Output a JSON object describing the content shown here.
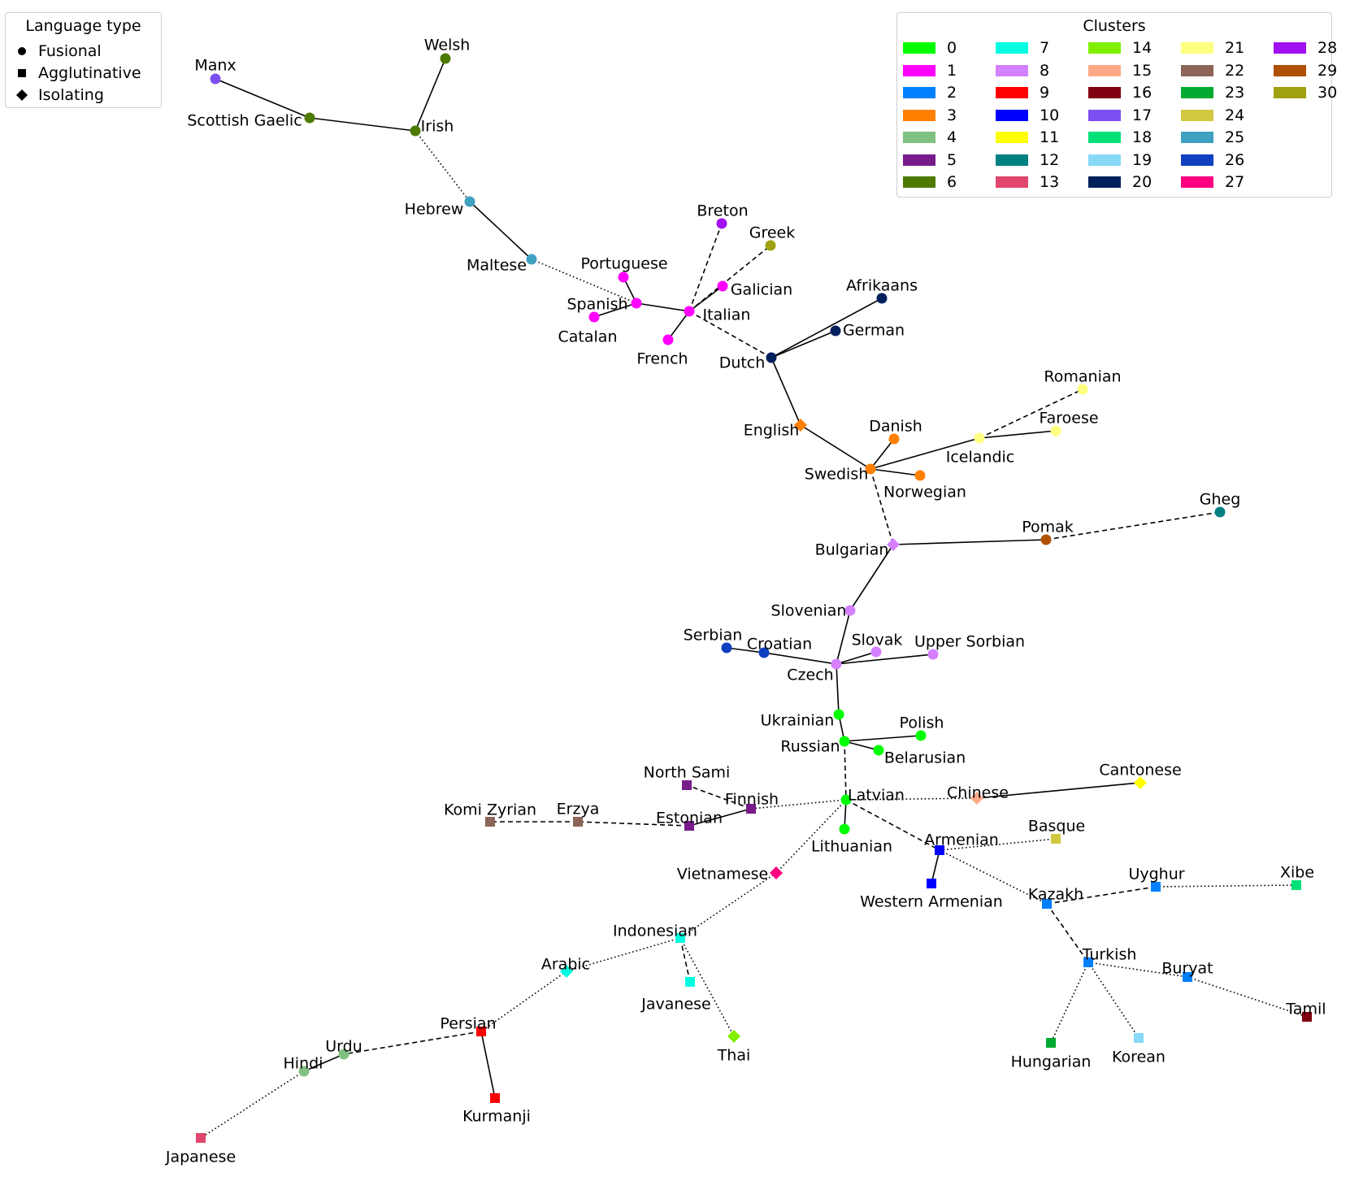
{
  "legend_language_type": {
    "title": "Language type",
    "items": [
      {
        "label": "Fusional",
        "shape": "circle"
      },
      {
        "label": "Agglutinative",
        "shape": "square"
      },
      {
        "label": "Isolating",
        "shape": "diamond"
      }
    ]
  },
  "legend_clusters": {
    "title": "Clusters",
    "items": [
      {
        "label": "0",
        "color": "#00ff00"
      },
      {
        "label": "1",
        "color": "#ff00ff"
      },
      {
        "label": "2",
        "color": "#0080ff"
      },
      {
        "label": "3",
        "color": "#ff8000"
      },
      {
        "label": "4",
        "color": "#80c080"
      },
      {
        "label": "5",
        "color": "#781c8c"
      },
      {
        "label": "6",
        "color": "#4d7a00"
      },
      {
        "label": "7",
        "color": "#00ffe0"
      },
      {
        "label": "8",
        "color": "#d580ff"
      },
      {
        "label": "9",
        "color": "#ff0000"
      },
      {
        "label": "10",
        "color": "#0000ff"
      },
      {
        "label": "11",
        "color": "#ffff00"
      },
      {
        "label": "12",
        "color": "#008080"
      },
      {
        "label": "13",
        "color": "#e0466e"
      },
      {
        "label": "14",
        "color": "#80f000"
      },
      {
        "label": "15",
        "color": "#ffa888"
      },
      {
        "label": "16",
        "color": "#800010"
      },
      {
        "label": "17",
        "color": "#7c4ff0"
      },
      {
        "label": "18",
        "color": "#00e078"
      },
      {
        "label": "19",
        "color": "#88d8f8"
      },
      {
        "label": "20",
        "color": "#00205c"
      },
      {
        "label": "21",
        "color": "#ffff80"
      },
      {
        "label": "22",
        "color": "#8c6458"
      },
      {
        "label": "23",
        "color": "#00aa30"
      },
      {
        "label": "24",
        "color": "#d0c840"
      },
      {
        "label": "25",
        "color": "#40a0c0"
      },
      {
        "label": "26",
        "color": "#1040c0"
      },
      {
        "label": "27",
        "color": "#ff0080"
      },
      {
        "label": "28",
        "color": "#a010f0"
      },
      {
        "label": "29",
        "color": "#b05000"
      },
      {
        "label": "30",
        "color": "#a0a010"
      }
    ]
  },
  "nodes": [
    {
      "id": "Manx",
      "label": "Manx",
      "cluster": 17,
      "shape": "circle"
    },
    {
      "id": "Welsh",
      "label": "Welsh",
      "cluster": 6,
      "shape": "circle"
    },
    {
      "id": "ScottishGaelic",
      "label": "Scottish Gaelic",
      "cluster": 6,
      "shape": "circle"
    },
    {
      "id": "Irish",
      "label": "Irish",
      "cluster": 6,
      "shape": "circle"
    },
    {
      "id": "Hebrew",
      "label": "Hebrew",
      "cluster": 25,
      "shape": "circle"
    },
    {
      "id": "Maltese",
      "label": "Maltese",
      "cluster": 25,
      "shape": "circle"
    },
    {
      "id": "Breton",
      "label": "Breton",
      "cluster": 28,
      "shape": "circle"
    },
    {
      "id": "Greek",
      "label": "Greek",
      "cluster": 30,
      "shape": "circle"
    },
    {
      "id": "Portuguese",
      "label": "Portuguese",
      "cluster": 1,
      "shape": "circle"
    },
    {
      "id": "Galician",
      "label": "Galician",
      "cluster": 1,
      "shape": "circle"
    },
    {
      "id": "Spanish",
      "label": "Spanish",
      "cluster": 1,
      "shape": "circle"
    },
    {
      "id": "Italian",
      "label": "Italian",
      "cluster": 1,
      "shape": "circle"
    },
    {
      "id": "Catalan",
      "label": "Catalan",
      "cluster": 1,
      "shape": "circle"
    },
    {
      "id": "French",
      "label": "French",
      "cluster": 1,
      "shape": "circle"
    },
    {
      "id": "Afrikaans",
      "label": "Afrikaans",
      "cluster": 20,
      "shape": "circle"
    },
    {
      "id": "German",
      "label": "German",
      "cluster": 20,
      "shape": "circle"
    },
    {
      "id": "Dutch",
      "label": "Dutch",
      "cluster": 20,
      "shape": "circle"
    },
    {
      "id": "Romanian",
      "label": "Romanian",
      "cluster": 21,
      "shape": "circle"
    },
    {
      "id": "English",
      "label": "English",
      "cluster": 3,
      "shape": "diamond"
    },
    {
      "id": "Danish",
      "label": "Danish",
      "cluster": 3,
      "shape": "circle"
    },
    {
      "id": "Faroese",
      "label": "Faroese",
      "cluster": 21,
      "shape": "circle"
    },
    {
      "id": "Icelandic",
      "label": "Icelandic",
      "cluster": 21,
      "shape": "circle"
    },
    {
      "id": "Swedish",
      "label": "Swedish",
      "cluster": 3,
      "shape": "circle"
    },
    {
      "id": "Norwegian",
      "label": "Norwegian",
      "cluster": 3,
      "shape": "circle"
    },
    {
      "id": "Gheg",
      "label": "Gheg",
      "cluster": 12,
      "shape": "circle"
    },
    {
      "id": "Pomak",
      "label": "Pomak",
      "cluster": 29,
      "shape": "circle"
    },
    {
      "id": "Bulgarian",
      "label": "Bulgarian",
      "cluster": 8,
      "shape": "diamond"
    },
    {
      "id": "Slovenian",
      "label": "Slovenian",
      "cluster": 8,
      "shape": "circle"
    },
    {
      "id": "Serbian",
      "label": "Serbian",
      "cluster": 26,
      "shape": "circle"
    },
    {
      "id": "Croatian",
      "label": "Croatian",
      "cluster": 26,
      "shape": "circle"
    },
    {
      "id": "Slovak",
      "label": "Slovak",
      "cluster": 8,
      "shape": "circle"
    },
    {
      "id": "UpperSorbian",
      "label": "Upper Sorbian",
      "cluster": 8,
      "shape": "circle"
    },
    {
      "id": "Czech",
      "label": "Czech",
      "cluster": 8,
      "shape": "circle"
    },
    {
      "id": "Ukrainian",
      "label": "Ukrainian",
      "cluster": 0,
      "shape": "circle"
    },
    {
      "id": "Polish",
      "label": "Polish",
      "cluster": 0,
      "shape": "circle"
    },
    {
      "id": "Russian",
      "label": "Russian",
      "cluster": 0,
      "shape": "circle"
    },
    {
      "id": "Belarusian",
      "label": "Belarusian",
      "cluster": 0,
      "shape": "circle"
    },
    {
      "id": "NorthSami",
      "label": "North Sami",
      "cluster": 5,
      "shape": "square"
    },
    {
      "id": "Cantonese",
      "label": "Cantonese",
      "cluster": 11,
      "shape": "diamond"
    },
    {
      "id": "Finnish",
      "label": "Finnish",
      "cluster": 5,
      "shape": "square"
    },
    {
      "id": "Latvian",
      "label": "Latvian",
      "cluster": 0,
      "shape": "circle"
    },
    {
      "id": "Chinese",
      "label": "Chinese",
      "cluster": 15,
      "shape": "diamond"
    },
    {
      "id": "KomiZyrian",
      "label": "Komi Zyrian",
      "cluster": 22,
      "shape": "square"
    },
    {
      "id": "Erzya",
      "label": "Erzya",
      "cluster": 22,
      "shape": "square"
    },
    {
      "id": "Estonian",
      "label": "Estonian",
      "cluster": 5,
      "shape": "square"
    },
    {
      "id": "Basque",
      "label": "Basque",
      "cluster": 24,
      "shape": "square"
    },
    {
      "id": "Lithuanian",
      "label": "Lithuanian",
      "cluster": 0,
      "shape": "circle"
    },
    {
      "id": "Armenian",
      "label": "Armenian",
      "cluster": 10,
      "shape": "square"
    },
    {
      "id": "Vietnamese",
      "label": "Vietnamese",
      "cluster": 27,
      "shape": "diamond"
    },
    {
      "id": "Uyghur",
      "label": "Uyghur",
      "cluster": 2,
      "shape": "square"
    },
    {
      "id": "Xibe",
      "label": "Xibe",
      "cluster": 18,
      "shape": "square"
    },
    {
      "id": "Kazakh",
      "label": "Kazakh",
      "cluster": 2,
      "shape": "square"
    },
    {
      "id": "WesternArmenian",
      "label": "Western Armenian",
      "cluster": 10,
      "shape": "square"
    },
    {
      "id": "Indonesian",
      "label": "Indonesian",
      "cluster": 7,
      "shape": "square"
    },
    {
      "id": "Turkish",
      "label": "Turkish",
      "cluster": 2,
      "shape": "square"
    },
    {
      "id": "Arabic",
      "label": "Arabic",
      "cluster": 7,
      "shape": "diamond"
    },
    {
      "id": "Buryat",
      "label": "Buryat",
      "cluster": 2,
      "shape": "square"
    },
    {
      "id": "Javanese",
      "label": "Javanese",
      "cluster": 7,
      "shape": "square"
    },
    {
      "id": "Tamil",
      "label": "Tamil",
      "cluster": 16,
      "shape": "square"
    },
    {
      "id": "Persian",
      "label": "Persian",
      "cluster": 9,
      "shape": "square"
    },
    {
      "id": "Thai",
      "label": "Thai",
      "cluster": 14,
      "shape": "diamond"
    },
    {
      "id": "Urdu",
      "label": "Urdu",
      "cluster": 4,
      "shape": "circle"
    },
    {
      "id": "Hindi",
      "label": "Hindi",
      "cluster": 4,
      "shape": "circle"
    },
    {
      "id": "Hungarian",
      "label": "Hungarian",
      "cluster": 23,
      "shape": "square"
    },
    {
      "id": "Korean",
      "label": "Korean",
      "cluster": 19,
      "shape": "square"
    },
    {
      "id": "Kurmanji",
      "label": "Kurmanji",
      "cluster": 9,
      "shape": "square"
    },
    {
      "id": "Japanese",
      "label": "Japanese",
      "cluster": 13,
      "shape": "square"
    }
  ],
  "edges": [
    {
      "from": "Manx",
      "to": "ScottishGaelic",
      "style": "solid"
    },
    {
      "from": "ScottishGaelic",
      "to": "Irish",
      "style": "solid"
    },
    {
      "from": "Welsh",
      "to": "Irish",
      "style": "solid"
    },
    {
      "from": "Irish",
      "to": "Hebrew",
      "style": "dotted"
    },
    {
      "from": "Hebrew",
      "to": "Maltese",
      "style": "solid"
    },
    {
      "from": "Maltese",
      "to": "Spanish",
      "style": "dotted"
    },
    {
      "from": "Portuguese",
      "to": "Spanish",
      "style": "solid"
    },
    {
      "from": "Catalan",
      "to": "Spanish",
      "style": "solid"
    },
    {
      "from": "Spanish",
      "to": "Italian",
      "style": "solid"
    },
    {
      "from": "Italian",
      "to": "Breton",
      "style": "dashed"
    },
    {
      "from": "Italian",
      "to": "Greek",
      "style": "dashed"
    },
    {
      "from": "Italian",
      "to": "Galician",
      "style": "solid"
    },
    {
      "from": "Italian",
      "to": "French",
      "style": "solid"
    },
    {
      "from": "Italian",
      "to": "Dutch",
      "style": "dashed"
    },
    {
      "from": "Dutch",
      "to": "Afrikaans",
      "style": "solid"
    },
    {
      "from": "Dutch",
      "to": "German",
      "style": "solid"
    },
    {
      "from": "Dutch",
      "to": "English",
      "style": "solid"
    },
    {
      "from": "English",
      "to": "Swedish",
      "style": "solid"
    },
    {
      "from": "Swedish",
      "to": "Danish",
      "style": "solid"
    },
    {
      "from": "Swedish",
      "to": "Norwegian",
      "style": "solid"
    },
    {
      "from": "Swedish",
      "to": "Icelandic",
      "style": "solid"
    },
    {
      "from": "Icelandic",
      "to": "Faroese",
      "style": "solid"
    },
    {
      "from": "Icelandic",
      "to": "Romanian",
      "style": "dashed"
    },
    {
      "from": "Swedish",
      "to": "Bulgarian",
      "style": "dashed"
    },
    {
      "from": "Bulgarian",
      "to": "Pomak",
      "style": "solid"
    },
    {
      "from": "Pomak",
      "to": "Gheg",
      "style": "dashed"
    },
    {
      "from": "Bulgarian",
      "to": "Slovenian",
      "style": "solid"
    },
    {
      "from": "Slovenian",
      "to": "Czech",
      "style": "solid"
    },
    {
      "from": "Serbian",
      "to": "Croatian",
      "style": "solid"
    },
    {
      "from": "Croatian",
      "to": "Czech",
      "style": "solid"
    },
    {
      "from": "Czech",
      "to": "Slovak",
      "style": "solid"
    },
    {
      "from": "Czech",
      "to": "UpperSorbian",
      "style": "solid"
    },
    {
      "from": "Czech",
      "to": "Ukrainian",
      "style": "solid"
    },
    {
      "from": "Ukrainian",
      "to": "Russian",
      "style": "solid"
    },
    {
      "from": "Russian",
      "to": "Polish",
      "style": "solid"
    },
    {
      "from": "Russian",
      "to": "Belarusian",
      "style": "solid"
    },
    {
      "from": "Russian",
      "to": "Latvian",
      "style": "dashed"
    },
    {
      "from": "Latvian",
      "to": "Lithuanian",
      "style": "solid"
    },
    {
      "from": "Latvian",
      "to": "Chinese",
      "style": "dotted"
    },
    {
      "from": "Chinese",
      "to": "Cantonese",
      "style": "solid"
    },
    {
      "from": "Latvian",
      "to": "Finnish",
      "style": "dotted"
    },
    {
      "from": "Finnish",
      "to": "NorthSami",
      "style": "dashed"
    },
    {
      "from": "Finnish",
      "to": "Estonian",
      "style": "solid"
    },
    {
      "from": "Estonian",
      "to": "Erzya",
      "style": "dashed"
    },
    {
      "from": "Erzya",
      "to": "KomiZyrian",
      "style": "dashed"
    },
    {
      "from": "Latvian",
      "to": "Armenian",
      "style": "dashed"
    },
    {
      "from": "Armenian",
      "to": "Basque",
      "style": "dotted"
    },
    {
      "from": "Armenian",
      "to": "WesternArmenian",
      "style": "solid"
    },
    {
      "from": "Armenian",
      "to": "Kazakh",
      "style": "dotted"
    },
    {
      "from": "Kazakh",
      "to": "Uyghur",
      "style": "dashed"
    },
    {
      "from": "Uyghur",
      "to": "Xibe",
      "style": "dotted"
    },
    {
      "from": "Kazakh",
      "to": "Turkish",
      "style": "dashed"
    },
    {
      "from": "Turkish",
      "to": "Buryat",
      "style": "dotted"
    },
    {
      "from": "Buryat",
      "to": "Tamil",
      "style": "dotted"
    },
    {
      "from": "Turkish",
      "to": "Hungarian",
      "style": "dotted"
    },
    {
      "from": "Turkish",
      "to": "Korean",
      "style": "dotted"
    },
    {
      "from": "Latvian",
      "to": "Vietnamese",
      "style": "dotted"
    },
    {
      "from": "Vietnamese",
      "to": "Indonesian",
      "style": "dotted"
    },
    {
      "from": "Indonesian",
      "to": "Javanese",
      "style": "dashed"
    },
    {
      "from": "Indonesian",
      "to": "Thai",
      "style": "dotted"
    },
    {
      "from": "Indonesian",
      "to": "Arabic",
      "style": "dotted"
    },
    {
      "from": "Arabic",
      "to": "Persian",
      "style": "dotted"
    },
    {
      "from": "Persian",
      "to": "Kurmanji",
      "style": "solid"
    },
    {
      "from": "Persian",
      "to": "Urdu",
      "style": "dashed"
    },
    {
      "from": "Urdu",
      "to": "Hindi",
      "style": "solid"
    },
    {
      "from": "Hindi",
      "to": "Japanese",
      "style": "dotted"
    }
  ]
}
